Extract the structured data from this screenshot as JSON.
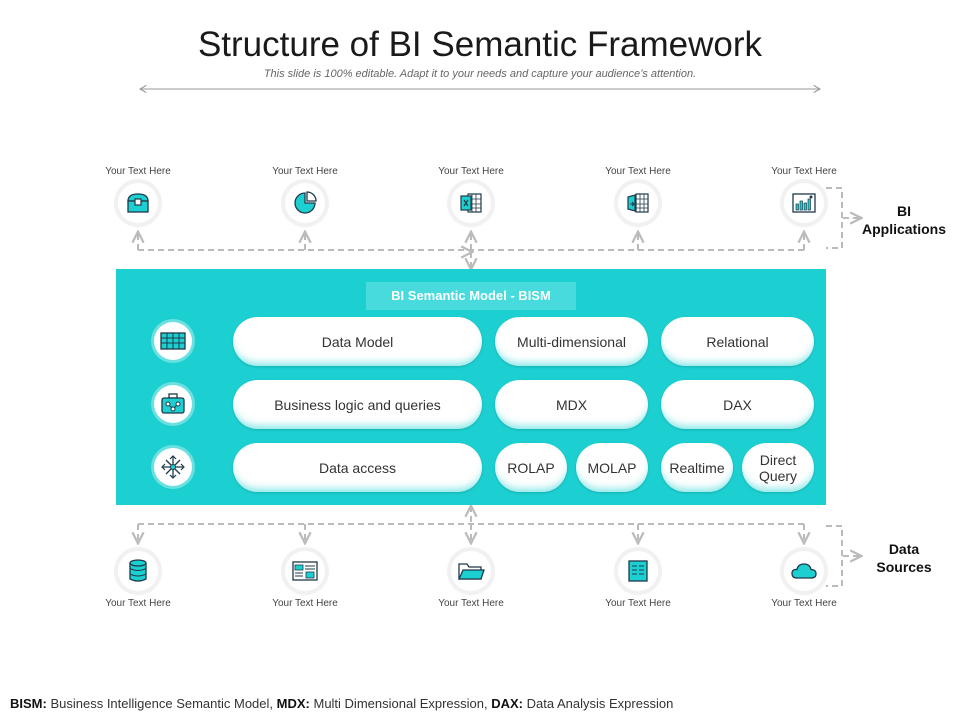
{
  "header": {
    "title": "Structure of BI Semantic Framework",
    "subtitle": "This slide is 100% editable. Adapt it to your needs and capture your audience’s attention."
  },
  "top_items": [
    {
      "caption": "Your Text Here",
      "icon": "treasure-chest-icon"
    },
    {
      "caption": "Your Text Here",
      "icon": "pie-chart-icon"
    },
    {
      "caption": "Your Text Here",
      "icon": "excel-file-icon"
    },
    {
      "caption": "Your Text Here",
      "icon": "export-document-icon"
    },
    {
      "caption": "Your Text Here",
      "icon": "dashboard-chart-icon"
    }
  ],
  "bottom_items": [
    {
      "caption": "Your Text Here",
      "icon": "database-icon"
    },
    {
      "caption": "Your Text Here",
      "icon": "report-document-icon"
    },
    {
      "caption": "Your Text Here",
      "icon": "folder-icon"
    },
    {
      "caption": "Your Text Here",
      "icon": "text-document-icon"
    },
    {
      "caption": "Your Text Here",
      "icon": "cloud-icon"
    }
  ],
  "labels": {
    "bi_applications": "BI\nApplications",
    "data_sources": "Data\nSources"
  },
  "panel": {
    "label": "BI Semantic Model - BISM",
    "rows": [
      {
        "icon": "table-grid-icon",
        "cells": [
          "Data Model",
          "Multi-dimensional",
          "Relational"
        ]
      },
      {
        "icon": "briefcase-network-icon",
        "cells": [
          "Business logic and queries",
          "MDX",
          "DAX"
        ]
      },
      {
        "icon": "arrows-expand-icon",
        "cells": [
          "Data access",
          "ROLAP",
          "MOLAP",
          "Realtime",
          "Direct\nQuery"
        ]
      }
    ]
  },
  "footer": {
    "k1": "BISM:",
    "v1": " Business Intelligence Semantic Model,",
    "k2": " MDX:",
    "v2": " Multi Dimensional Expression,",
    "k3": " DAX:",
    "v3": " Data Analysis Expression"
  },
  "colors": {
    "accent": "#1ccfd1",
    "label_bg": "#48dbdd",
    "connector": "#bbbbbb"
  }
}
